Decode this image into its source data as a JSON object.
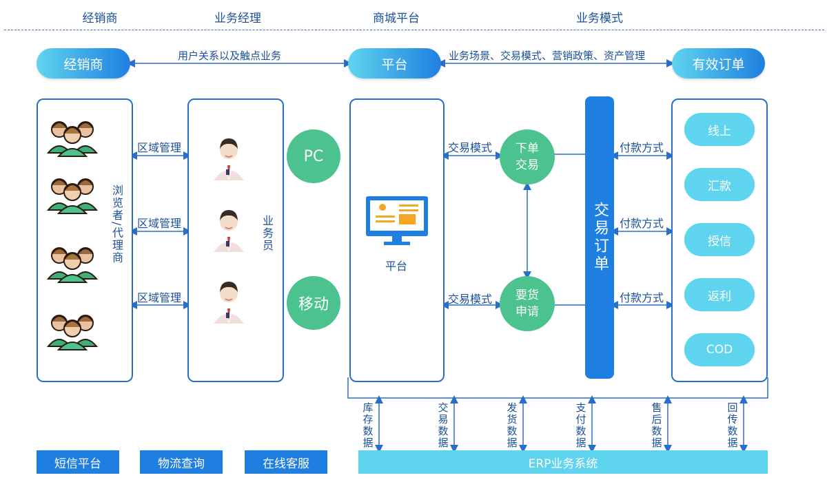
{
  "headers": {
    "distributor": "经销商",
    "manager": "业务经理",
    "mall": "商城平台",
    "mode": "业务模式"
  },
  "top_row": {
    "distributor": "经销商",
    "relation": "用户关系以及触点业务",
    "platform": "平台",
    "scenes": "业务场景、交易模式、营销政策、资产管理",
    "orders": "有效订单"
  },
  "left_box": {
    "label": "浏览者/代理商"
  },
  "region_labels": [
    "区域管理",
    "区域管理",
    "区域管理"
  ],
  "sales_box": {
    "label": "业务员"
  },
  "channels": {
    "pc": "PC",
    "mobile": "移动"
  },
  "platform_box": {
    "label": "平台"
  },
  "trade_mode_labels": [
    "交易模式",
    "交易模式"
  ],
  "nodes": {
    "order": "下单交易",
    "request": "要货申请"
  },
  "trade_order": "交易订单",
  "payment_labels": [
    "付款方式",
    "付款方式",
    "付款方式"
  ],
  "payment_methods": [
    "线上",
    "汇款",
    "授信",
    "返利",
    "COD"
  ],
  "data_labels": [
    "库存数据",
    "交易数据",
    "发货数据",
    "支付数据",
    "售后数据",
    "回传数据"
  ],
  "bottom_buttons": [
    "短信平台",
    "物流查询",
    "在线客服"
  ],
  "erp": "ERP业务系统",
  "colors": {
    "primary": "#1f7fe0",
    "cyan": "#5fd4ef",
    "green": "#4cc28e",
    "text": "#1a4f9c"
  }
}
